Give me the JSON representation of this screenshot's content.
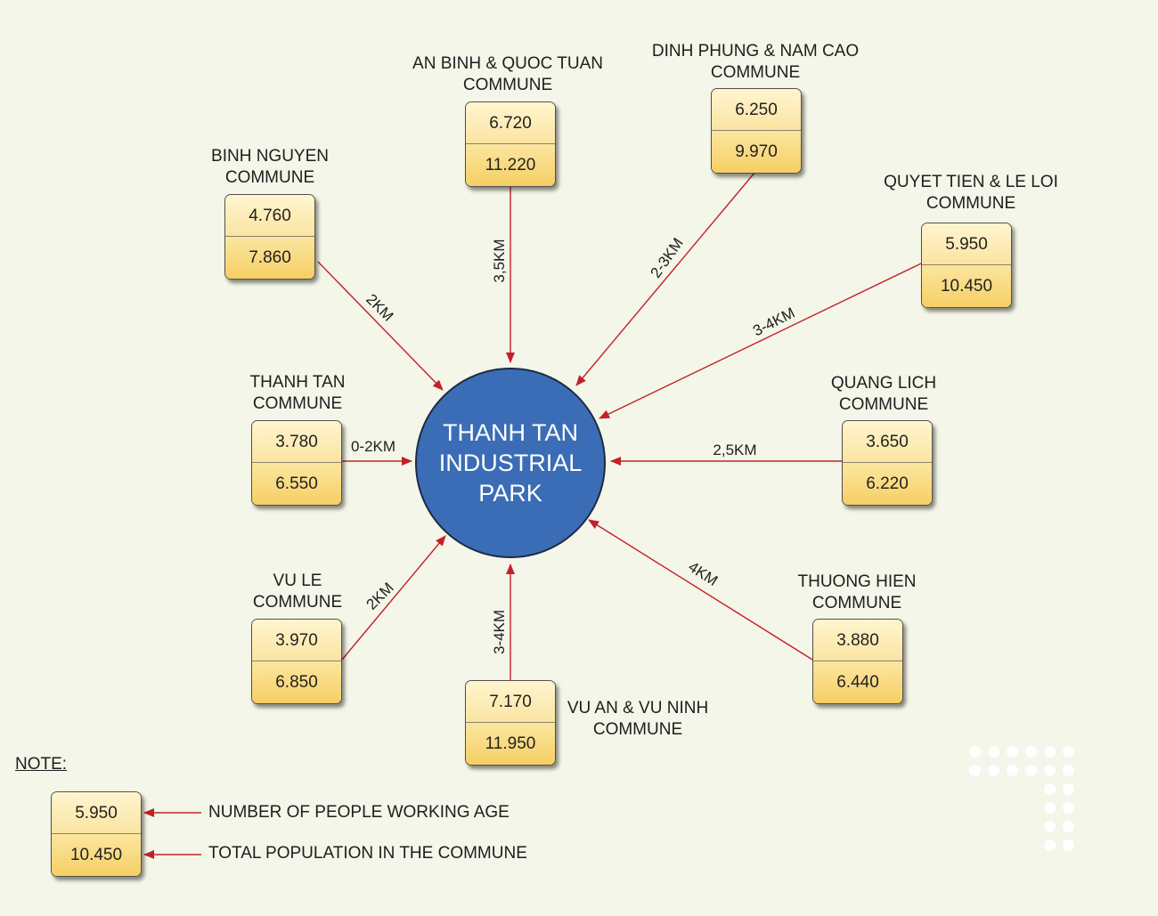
{
  "hub": {
    "title": "THANH TAN\nINDUSTRIAL\nPARK"
  },
  "communes": [
    {
      "id": "binh-nguyen",
      "name": "BINH NGUYEN\nCOMMUNE",
      "working_age": "4.760",
      "population": "7.860",
      "distance": "2KM"
    },
    {
      "id": "an-binh-quoc-tuan",
      "name": "AN BINH & QUOC TUAN\nCOMMUNE",
      "working_age": "6.720",
      "population": "11.220",
      "distance": "3,5KM"
    },
    {
      "id": "dinh-phung-nam-cao",
      "name": "DINH PHUNG & NAM CAO\nCOMMUNE",
      "working_age": "6.250",
      "population": "9.970",
      "distance": "2-3KM"
    },
    {
      "id": "quyet-tien-le-loi",
      "name": "QUYET TIEN & LE LOI\nCOMMUNE",
      "working_age": "5.950",
      "population": "10.450",
      "distance": "3-4KM"
    },
    {
      "id": "thanh-tan",
      "name": "THANH TAN\nCOMMUNE",
      "working_age": "3.780",
      "population": "6.550",
      "distance": "0-2KM"
    },
    {
      "id": "quang-lich",
      "name": "QUANG LICH\nCOMMUNE",
      "working_age": "3.650",
      "population": "6.220",
      "distance": "2,5KM"
    },
    {
      "id": "vu-le",
      "name": "VU LE\nCOMMUNE",
      "working_age": "3.970",
      "population": "6.850",
      "distance": "2KM"
    },
    {
      "id": "vu-an-vu-ninh",
      "name": "VU AN & VU NINH\nCOMMUNE",
      "working_age": "7.170",
      "population": "11.950",
      "distance": "3-4KM"
    },
    {
      "id": "thuong-hien",
      "name": "THUONG HIEN\nCOMMUNE",
      "working_age": "3.880",
      "population": "6.440",
      "distance": "4KM"
    }
  ],
  "note": {
    "title": "NOTE:",
    "sample_working_age": "5.950",
    "sample_population": "10.450",
    "working_age_text": "NUMBER OF PEOPLE WORKING AGE",
    "population_text": "TOTAL POPULATION IN THE COMMUNE"
  },
  "colors": {
    "hub": "#3b6db6",
    "arrow": "#c4202a",
    "background": "#f3f6e8",
    "box": "#fbe49a"
  }
}
